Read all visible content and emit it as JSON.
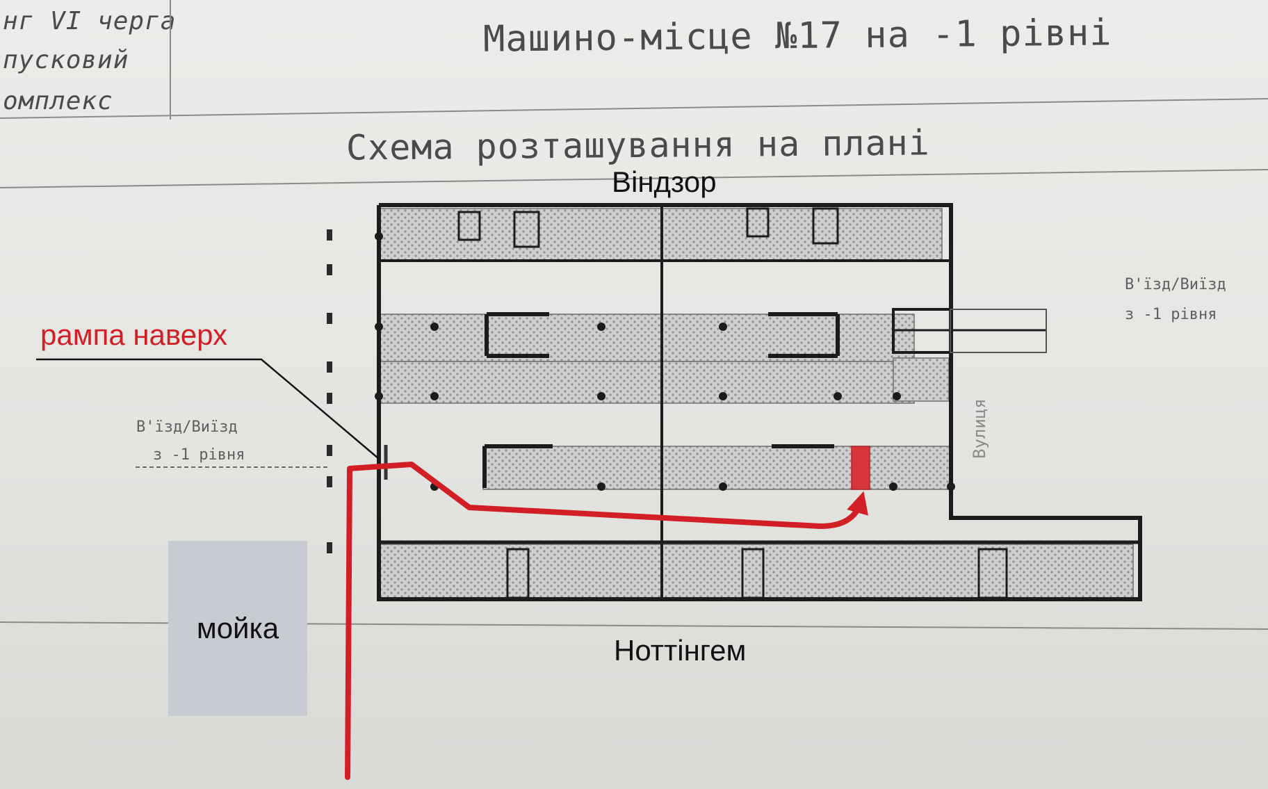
{
  "sheet": {
    "title": "Машино-місце №17 на -1 рівні",
    "stamp_lines": [
      "нг VI черга",
      "пусковий",
      "омплекс"
    ]
  },
  "plan": {
    "title": "Схема розташування на плані",
    "entry_right": [
      "В'їзд/Виїзд",
      "з -1 рівня"
    ],
    "entry_left": [
      "В'їзд/Виїзд",
      "з -1 рівня"
    ],
    "vertical_label": "Вулиця"
  },
  "annotations": {
    "street_top": "Віндзор",
    "street_bottom": "Ноттінгем",
    "ramp_label": "рампа наверх",
    "wash_label": "мойка"
  },
  "colors": {
    "route": "#d21f26",
    "target_spot": "#d7353b",
    "wash_box": "#c8cbd1",
    "plan_lines": "#1c1c1c",
    "parking_hatch": "#9a9a9a"
  }
}
